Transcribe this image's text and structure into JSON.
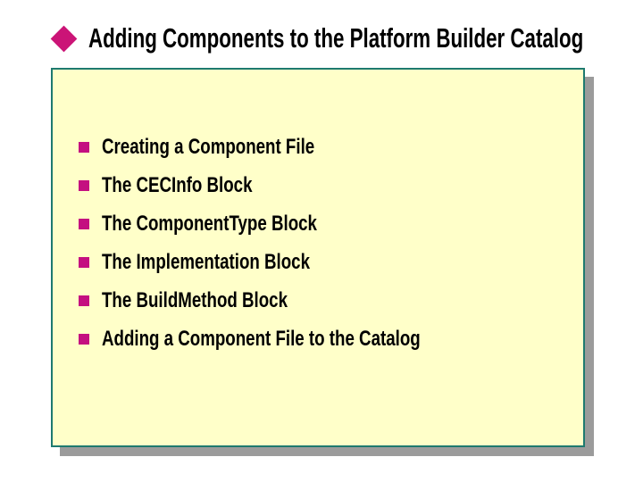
{
  "title": {
    "text": "Adding Components to the Platform Builder Catalog"
  },
  "colors": {
    "background": "#ffffff",
    "title_text": "#000000",
    "diamond": "#cb1477",
    "box_fill": "#ffffc9",
    "box_border": "#1e7a6f",
    "box_shadow": "#9b9b9b",
    "bullet_square": "#c41080",
    "body_text": "#000000"
  },
  "content_box": {
    "items": [
      "Creating a Component File",
      "The CECInfo Block",
      "The ComponentType Block",
      "The Implementation Block",
      "The BuildMethod Block",
      "Adding a Component File to the Catalog"
    ]
  }
}
